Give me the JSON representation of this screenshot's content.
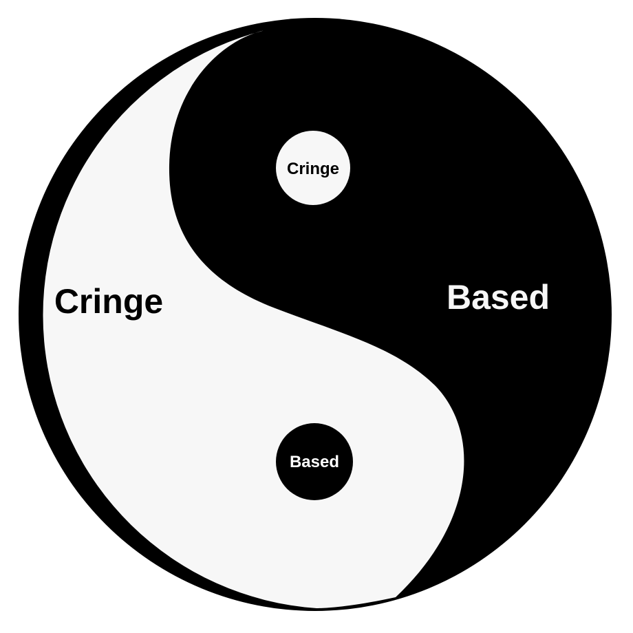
{
  "labels": {
    "white_half": "Cringe",
    "black_half": "Based",
    "white_dot": "Cringe",
    "black_dot": "Based"
  },
  "colors": {
    "light": "#f7f7f7",
    "dark": "#000000",
    "background": "#ffffff"
  }
}
